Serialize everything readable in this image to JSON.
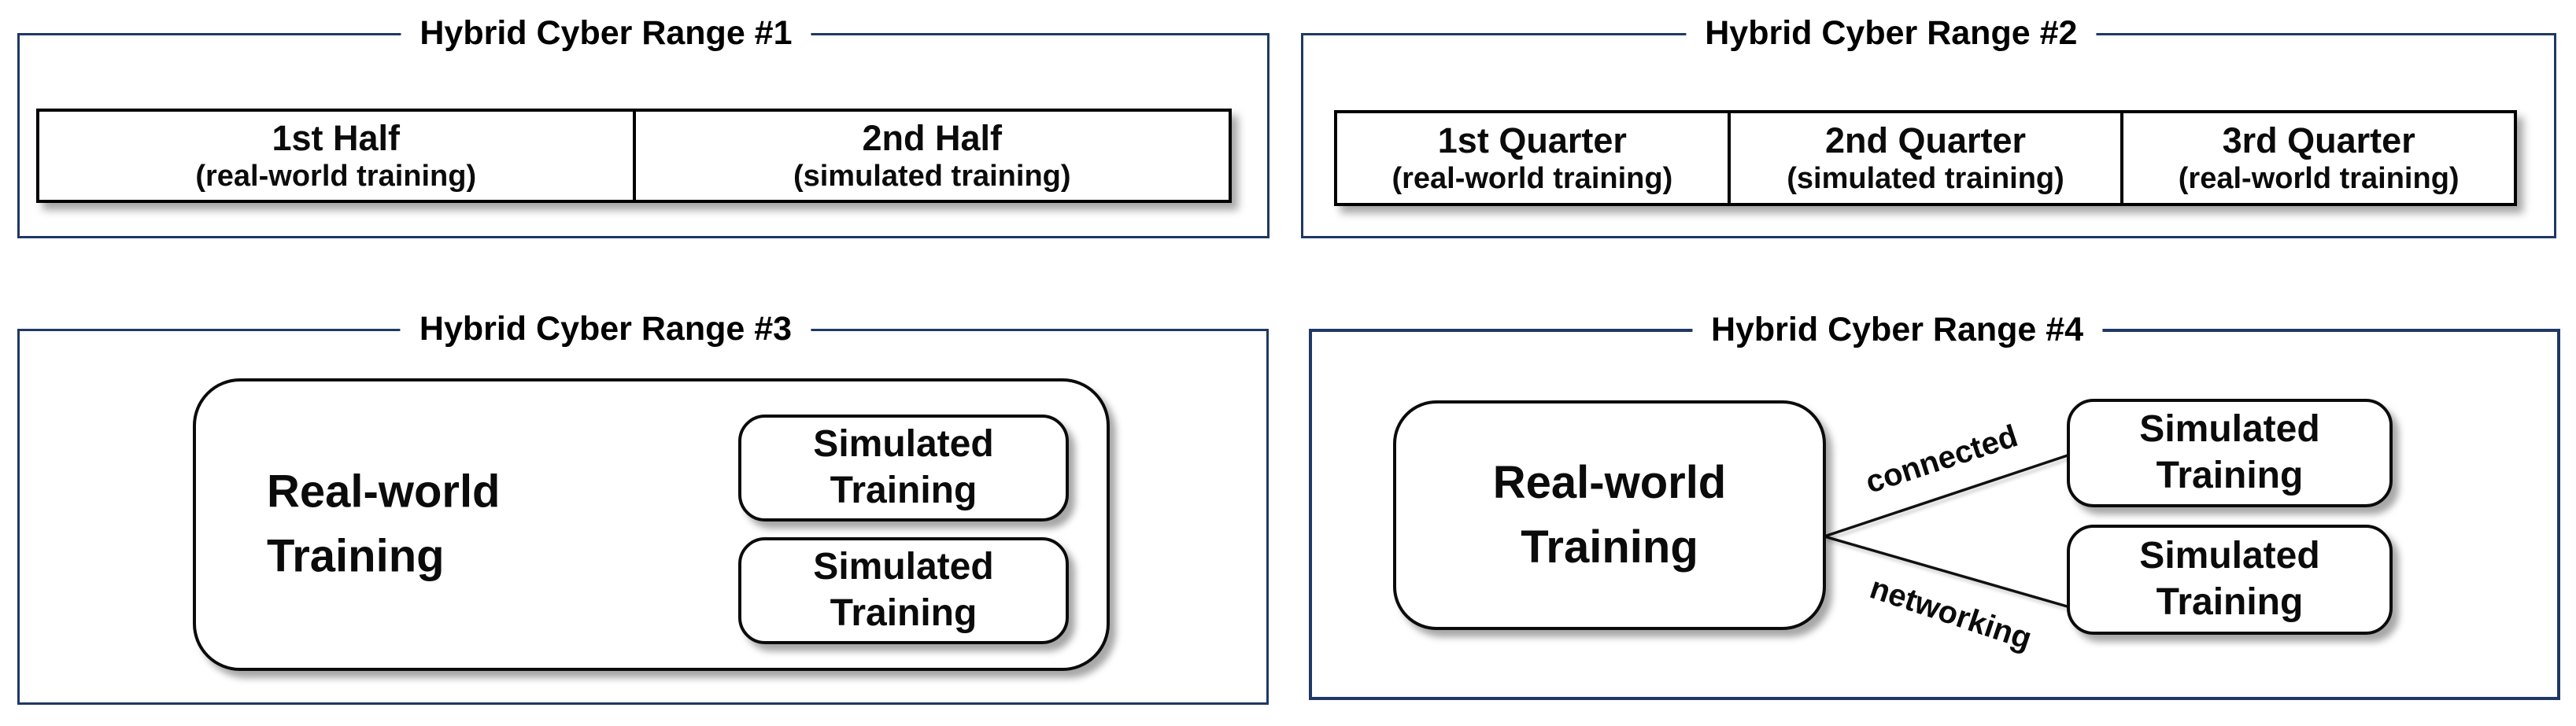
{
  "figure": {
    "colors": {
      "panel_border": "#1f3864",
      "shape_border": "#0b0b0b",
      "shape_fill": "#ffffff",
      "text": "#0b0b0b"
    },
    "panels": [
      {
        "title": "Hybrid Cyber Range #1",
        "cells": [
          {
            "heading": "1st Half",
            "subheading": "(real-world training)"
          },
          {
            "heading": "2nd Half",
            "subheading": "(simulated training)"
          }
        ]
      },
      {
        "title": "Hybrid Cyber Range #2",
        "cells": [
          {
            "heading": "1st Quarter",
            "subheading": "(real-world training)"
          },
          {
            "heading": "2nd Quarter",
            "subheading": "(simulated training)"
          },
          {
            "heading": "3rd Quarter",
            "subheading": "(real-world training)"
          }
        ]
      },
      {
        "title": "Hybrid Cyber Range #3",
        "real_world_box": "Real-world\nTraining",
        "simulated_boxes": [
          "Simulated\nTraining",
          "Simulated\nTraining"
        ]
      },
      {
        "title": "Hybrid Cyber Range #4",
        "real_world_box": "Real-world\nTraining",
        "simulated_boxes": [
          "Simulated\nTraining",
          "Simulated\nTraining"
        ],
        "connectors": [
          {
            "label": "connected"
          },
          {
            "label": "networking"
          }
        ]
      }
    ]
  }
}
